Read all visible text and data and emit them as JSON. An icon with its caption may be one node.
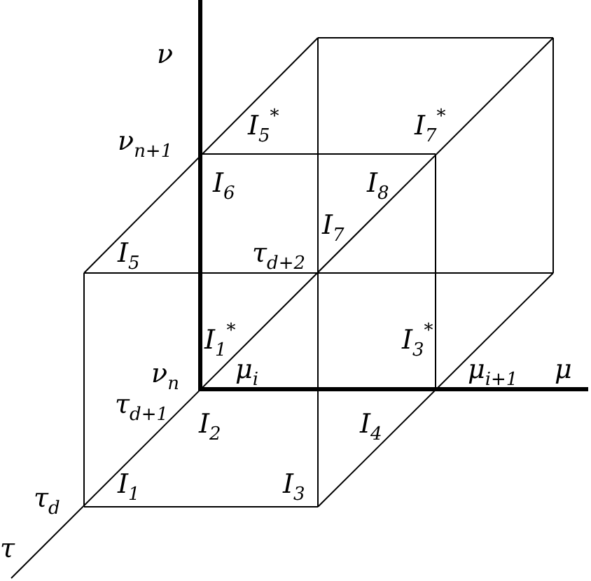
{
  "diagram": {
    "labels": [
      "ν",
      "ν$_{n+1}$",
      "I$_{5}$$^{*}$",
      "I$_{7}$$^{*}$",
      "I$_{6}$",
      "I$_{8}$",
      "I$_{7}$",
      "τ$_{d+2}$",
      "I$_{5}$",
      "I$_{1}$$^{*}$",
      "μ$_{i}$",
      "ν$_{n}$",
      "μ$_{i+1}$",
      "I$_{3}$$^{*}$",
      "μ",
      "τ$_{d+1}$",
      "I$_{2}$",
      "I$_{4}$",
      "I$_{1}$",
      "I$_{3}$",
      "τ$_{d}$",
      "τ"
    ]
  }
}
